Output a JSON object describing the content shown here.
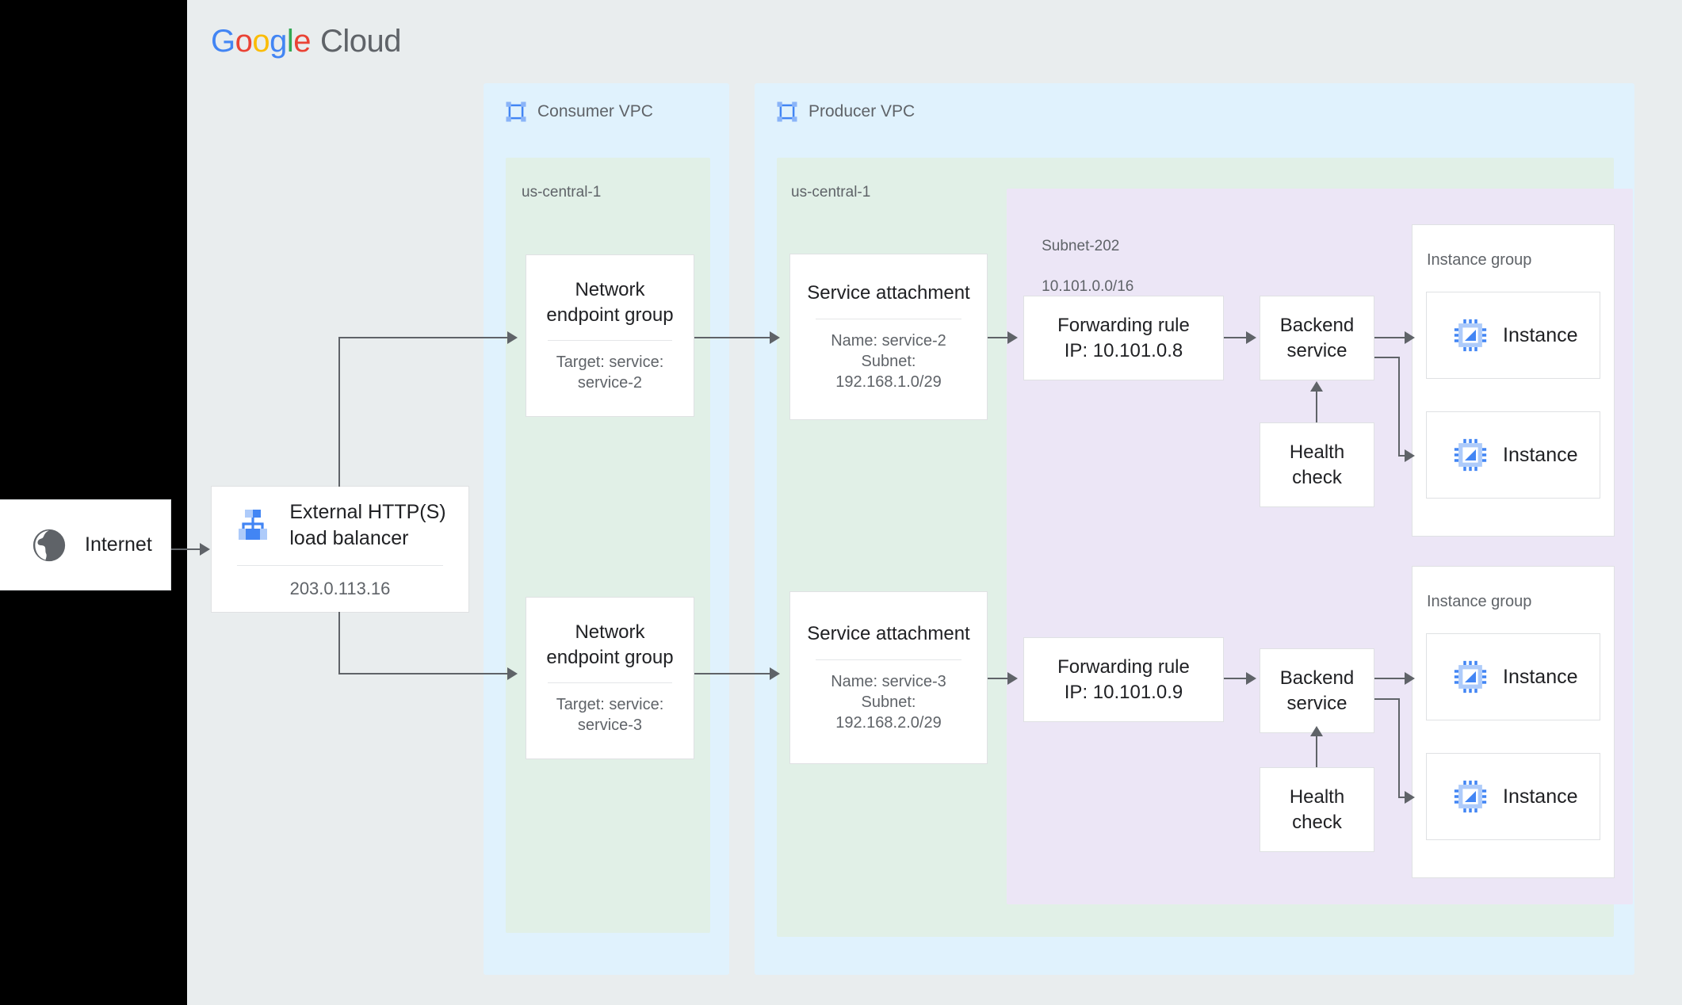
{
  "brand": {
    "google_letters": [
      "G",
      "o",
      "o",
      "g",
      "l",
      "e"
    ],
    "cloud_word": "Cloud",
    "colors": {
      "blue": "#4285f4",
      "red": "#ea4335",
      "yellow": "#fbbc05",
      "green": "#34a853",
      "vpc_fill": "#e0f2fd",
      "region_fill": "#e1f0e7",
      "subnet_fill": "#ece6f6",
      "page_bg": "#e9edee",
      "line": "#5f6368",
      "card_border": "#dfe1e3",
      "text_primary": "#202124",
      "text_secondary": "#5f6368"
    }
  },
  "internet": {
    "label": "Internet",
    "icon": "globe-icon"
  },
  "load_balancer": {
    "title": "External HTTP(S)\nload balancer",
    "title_line1": "External HTTP(S)",
    "title_line2": "load balancer",
    "ip": "203.0.113.16",
    "icon": "load-balancer-icon"
  },
  "consumer_vpc": {
    "label": "Consumer VPC",
    "icon": "vpc-icon",
    "region": {
      "label": "us-central-1"
    },
    "negs": [
      {
        "title_line1": "Network",
        "title_line2": "endpoint group",
        "sub_line1": "Target: service:",
        "sub_line2": "service-2"
      },
      {
        "title_line1": "Network",
        "title_line2": "endpoint group",
        "sub_line1": "Target: service:",
        "sub_line2": "service-3"
      }
    ]
  },
  "producer_vpc": {
    "label": "Producer VPC",
    "icon": "vpc-icon",
    "region": {
      "label": "us-central-1"
    },
    "subnet": {
      "name": "Subnet-202",
      "cidr": "10.101.0.0/16"
    },
    "service_attachments": [
      {
        "title": "Service attachment",
        "sub_line1": "Name: service-2",
        "sub_line2": "Subnet:",
        "sub_line3": "192.168.1.0/29"
      },
      {
        "title": "Service attachment",
        "sub_line1": "Name: service-3",
        "sub_line2": "Subnet:",
        "sub_line3": "192.168.2.0/29"
      }
    ],
    "forwarding_rules": [
      {
        "line1": "Forwarding rule",
        "line2": "IP: 10.101.0.8"
      },
      {
        "line1": "Forwarding rule",
        "line2": "IP: 10.101.0.9"
      }
    ],
    "backend_services": [
      {
        "line1": "Backend",
        "line2": "service"
      },
      {
        "line1": "Backend",
        "line2": "service"
      }
    ],
    "health_checks": [
      {
        "line1": "Health",
        "line2": "check"
      },
      {
        "line1": "Health",
        "line2": "check"
      }
    ],
    "instance_groups": [
      {
        "label": "Instance group",
        "instances": [
          {
            "label": "Instance"
          },
          {
            "label": "Instance"
          }
        ]
      },
      {
        "label": "Instance group",
        "instances": [
          {
            "label": "Instance"
          },
          {
            "label": "Instance"
          }
        ]
      }
    ]
  }
}
